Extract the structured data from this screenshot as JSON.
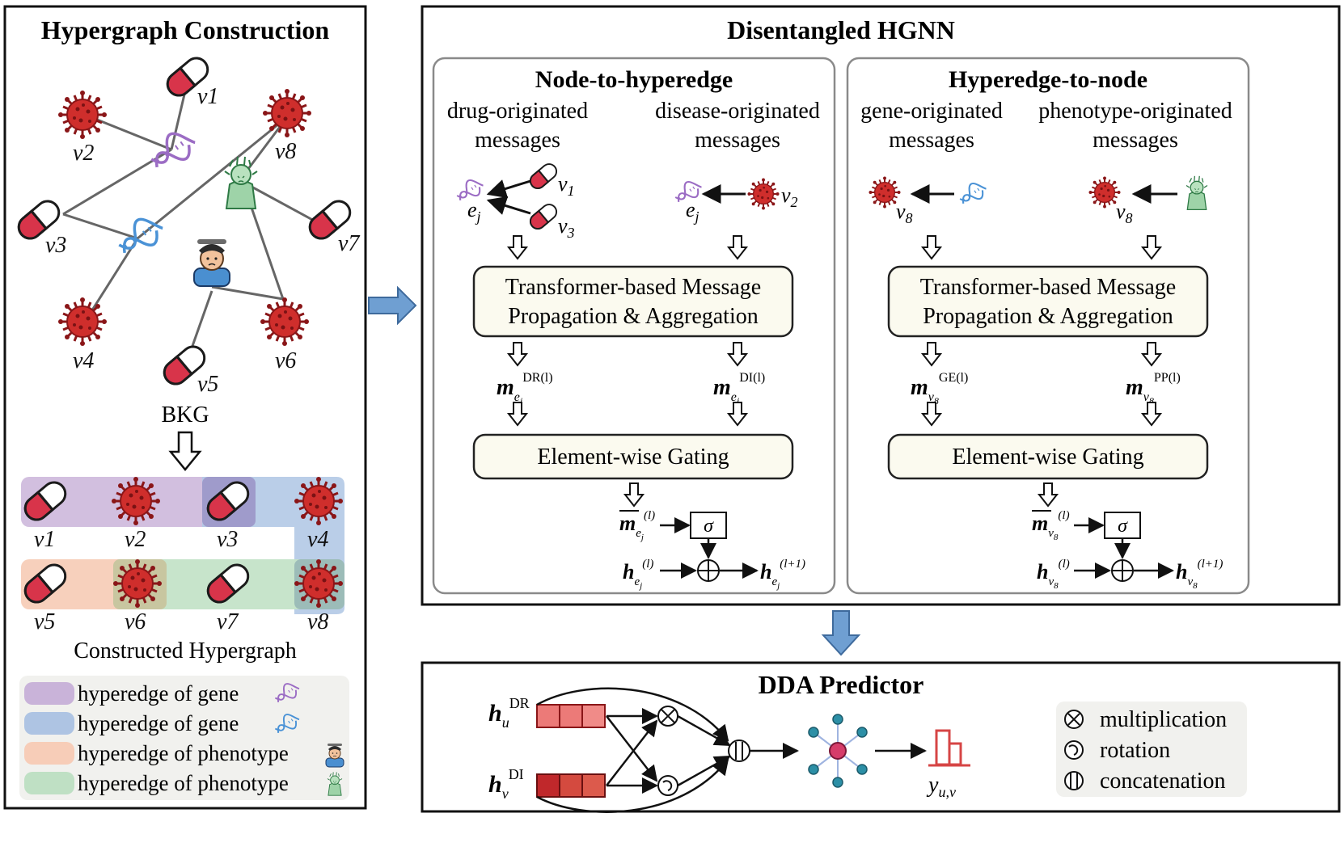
{
  "left_panel": {
    "title": "Hypergraph Construction",
    "bkg_label": "BKG",
    "constructed_label": "Constructed Hypergraph",
    "node_labels": [
      "v1",
      "v2",
      "v3",
      "v4",
      "v5",
      "v6",
      "v7",
      "v8"
    ],
    "legend": [
      {
        "text": "hyperedge of gene",
        "color": "#c9b3d9",
        "icon": "dna-purple-icon"
      },
      {
        "text": "hyperedge of gene",
        "color": "#aec4e3",
        "icon": "dna-blue-icon"
      },
      {
        "text": "hyperedge of phenotype",
        "color": "#f7cdb8",
        "icon": "patient-icon"
      },
      {
        "text": "hyperedge of phenotype",
        "color": "#bfe0c4",
        "icon": "phenotype-figure-icon"
      }
    ]
  },
  "hgnn": {
    "title": "Disentangled HGNN",
    "node_to_hyperedge": {
      "title": "Node-to-hyperedge",
      "left_msg_line1": "drug-originated",
      "left_msg_line2": "messages",
      "right_msg_line1": "disease-originated",
      "right_msg_line2": "messages",
      "target": "e_j",
      "box1_line1": "Transformer-based Message",
      "box1_line2": "Propagation & Aggregation",
      "msg_left_sup": "DR(l)",
      "msg_right_sup": "DI(l)",
      "box2": "Element-wise Gating",
      "sigma": "σ",
      "h_sup_in": "(l)",
      "h_sup_out": "(l+1)"
    },
    "hyperedge_to_node": {
      "title": "Hyperedge-to-node",
      "left_msg_line1": "gene-originated",
      "left_msg_line2": "messages",
      "right_msg_line1": "phenotype-originated",
      "right_msg_line2": "messages",
      "target": "v_8",
      "box1_line1": "Transformer-based Message",
      "box1_line2": "Propagation & Aggregation",
      "msg_left_sup": "GE(l)",
      "msg_right_sup": "PP(l)",
      "box2": "Element-wise Gating",
      "sigma": "σ",
      "h_sup_in": "(l)",
      "h_sup_out": "(l+1)"
    }
  },
  "dda": {
    "title": "DDA Predictor",
    "input_top_sup": "DR",
    "input_bottom_sup": "DI",
    "output_label": "y",
    "legend": [
      {
        "symbol": "⊗",
        "text": "multiplication"
      },
      {
        "symbol": "↻",
        "text": "rotation"
      },
      {
        "symbol": "⦶",
        "text": "concatenation"
      }
    ]
  },
  "colors": {
    "virus": "#c8282a",
    "pill_red": "#d8344a",
    "dna_purple": "#9b6cc4",
    "dna_blue": "#4a92d6",
    "box_fill": "#fbfaef",
    "vec_red_dark": "#c0282b",
    "vec_red_light": "#ec7a78"
  }
}
